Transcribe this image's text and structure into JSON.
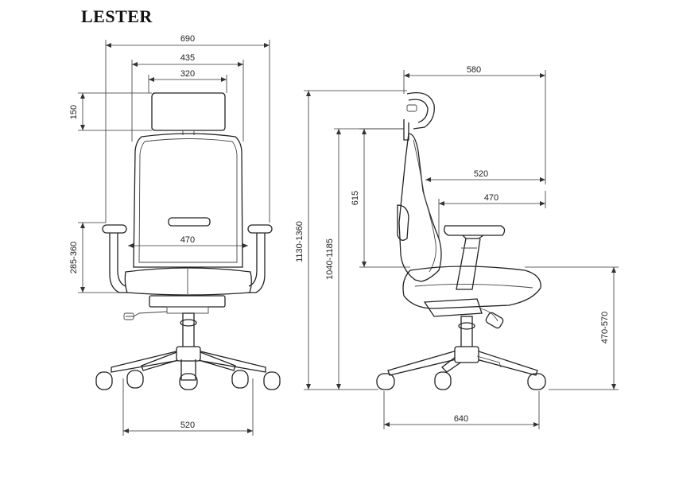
{
  "title": "LESTER",
  "front_view": {
    "overall_width": "690",
    "armrest_width": "435",
    "headrest_width": "320",
    "headrest_height": "150",
    "back_width": "470",
    "armrest_height": "285-360",
    "base_width": "520"
  },
  "side_view": {
    "depth_headrest": "580",
    "total_height": "1130-1360",
    "backrest_top_height": "1040-1185",
    "backrest_height": "615",
    "seat_back_depth": "520",
    "seat_depth": "470",
    "seat_height": "470-570",
    "base_depth": "640"
  }
}
